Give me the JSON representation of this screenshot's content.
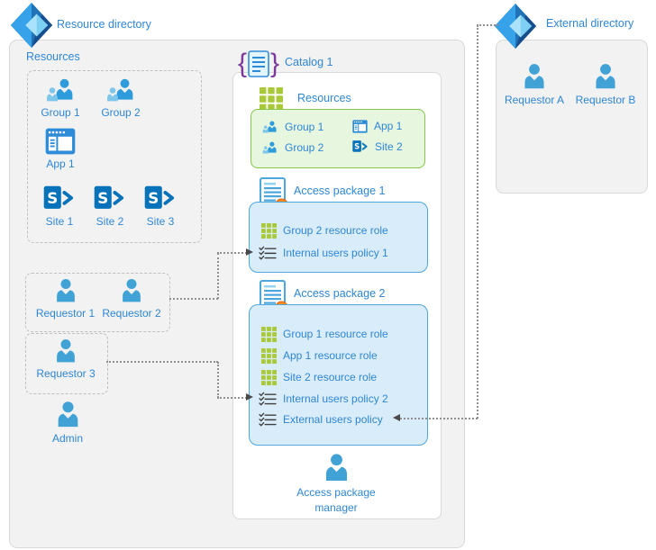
{
  "resource_directory": {
    "title": "Resource directory",
    "resources_section": {
      "title": "Resources",
      "items": [
        {
          "label": "Group 1"
        },
        {
          "label": "Group 2"
        },
        {
          "label": "App 1"
        },
        {
          "label": "Site 1"
        },
        {
          "label": "Site 2"
        },
        {
          "label": "Site 3"
        }
      ]
    },
    "requestors_box": {
      "items": [
        {
          "label": "Requestor 1"
        },
        {
          "label": "Requestor 2"
        }
      ]
    },
    "requestor3_box": {
      "label": "Requestor 3"
    },
    "admin": {
      "label": "Admin"
    }
  },
  "catalog": {
    "title": "Catalog 1",
    "resources_section": {
      "title": "Resources",
      "items": [
        {
          "label": "Group 1"
        },
        {
          "label": "Group 2"
        },
        {
          "label": "App 1"
        },
        {
          "label": "Site 2"
        }
      ]
    },
    "access_package_1": {
      "title": "Access package 1",
      "rows": [
        {
          "icon": "grid",
          "label": "Group 2 resource role"
        },
        {
          "icon": "policy",
          "label": "Internal users policy 1"
        }
      ]
    },
    "access_package_2": {
      "title": "Access package 2",
      "rows": [
        {
          "icon": "grid",
          "label": "Group 1 resource role"
        },
        {
          "icon": "grid",
          "label": "App 1 resource role"
        },
        {
          "icon": "grid",
          "label": "Site 2 resource role"
        },
        {
          "icon": "policy",
          "label": "Internal users policy 2"
        },
        {
          "icon": "policy",
          "label": "External users policy"
        }
      ]
    },
    "manager": {
      "label_line1": "Access package",
      "label_line2": "manager"
    }
  },
  "external_directory": {
    "title": "External directory",
    "items": [
      {
        "label": "Requestor A"
      },
      {
        "label": "Requestor B"
      }
    ]
  },
  "connectors": [
    {
      "from": "Requestor 1 / Requestor 2",
      "to": "Internal users policy 1"
    },
    {
      "from": "Requestor 3",
      "to": "Internal users policy 2"
    },
    {
      "from": "External directory",
      "to": "External users policy"
    }
  ],
  "colors": {
    "label_blue": "#2E86D5",
    "box_gray_fill": "#F2F2F2",
    "box_gray_border": "#D9D9D9",
    "dashed_border": "#BFBFBF",
    "green_fill": "#E7F6DF",
    "green_border": "#86C64B",
    "blue_fill": "#D9ECF9",
    "blue_border": "#4FA7DD",
    "connector_gray": "#8F8F8F",
    "arrow_gray": "#4A4A4A"
  }
}
